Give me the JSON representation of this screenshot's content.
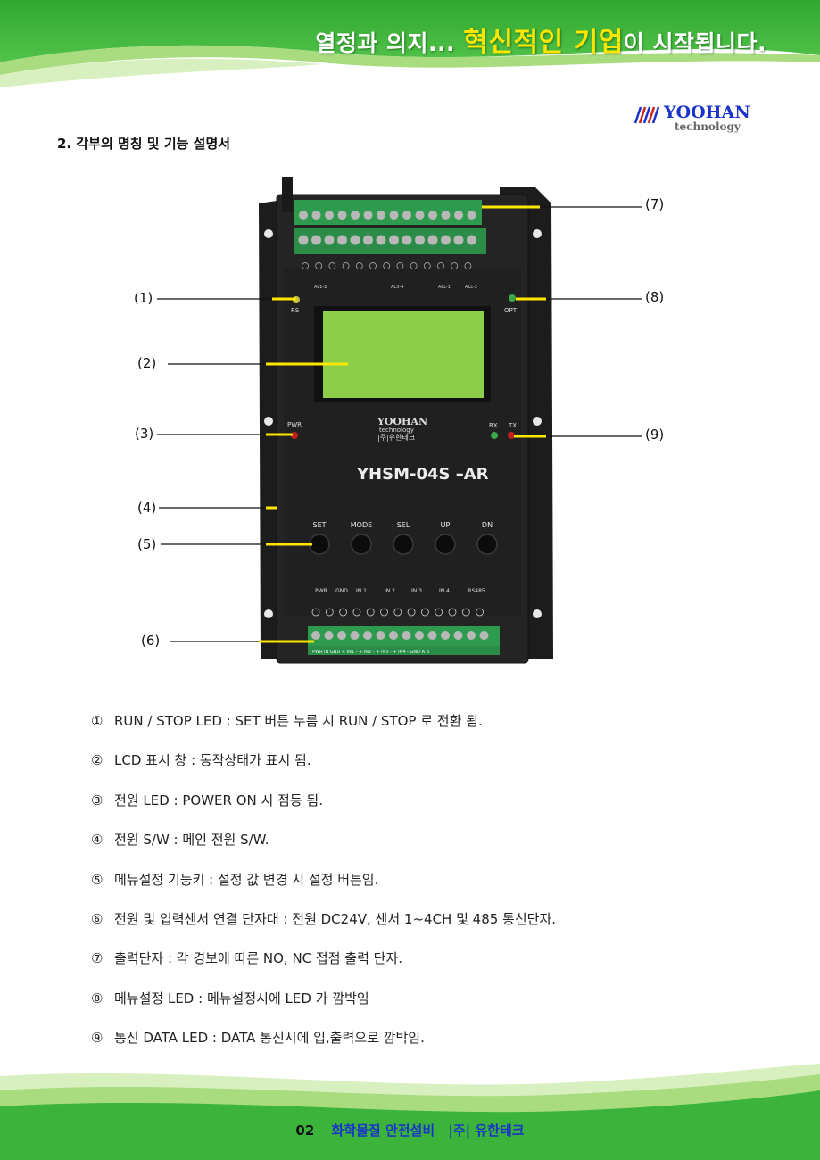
{
  "header": {
    "slogan_prefix": "열정과 의지...",
    "slogan_highlight": "혁신적인 기업",
    "slogan_suffix": "이 시작됩니다."
  },
  "logo": {
    "brand": "YOOHAN",
    "sub": "technology"
  },
  "section_title": "2. 각부의 명칭 및 기능 설명서",
  "device": {
    "model": "YHSM-04S –AR",
    "brand": "YOOHAN",
    "brand_sub": "technology",
    "brand_kr": "|주|유한테크",
    "led_labels": {
      "rs": "RS",
      "opt": "OPT",
      "pwr": "PWR",
      "rx": "RX",
      "tx": "TX"
    },
    "buttons": [
      "SET",
      "MODE",
      "SEL",
      "UP",
      "DN"
    ],
    "top_group_labels": [
      "AL1-2",
      "AL3-4",
      "ALL-1",
      "ALL-2"
    ],
    "bottom_group_labels": [
      "PWR",
      "GND",
      "IN 1",
      "IN 2",
      "IN 3",
      "IN 4",
      "RS485"
    ],
    "bottom_strip_text": "PWR IN  GND  + IN1 -   + IN2 -   + IN3 -   + IN4 -   GND  A  B"
  },
  "callouts": {
    "c1": "(1)",
    "c2": "(2)",
    "c3": "(3)",
    "c4": "(4)",
    "c5": "(5)",
    "c6": "(6)",
    "c7": "(7)",
    "c8": "(8)",
    "c9": "(9)"
  },
  "descriptions": [
    {
      "num": "①",
      "text": "RUN / STOP LED : SET 버튼 누름 시 RUN / STOP 로 전환 됨."
    },
    {
      "num": "②",
      "text": "LCD 표시 창  : 동작상태가 표시 됨."
    },
    {
      "num": "③",
      "text": "전원 LED : POWER ON 시 점등 됨."
    },
    {
      "num": "④",
      "text": "전원 S/W : 메인 전원 S/W."
    },
    {
      "num": "⑤",
      "text": "메뉴설정 기능키 : 설정 값 변경 시 설정 버튼임."
    },
    {
      "num": "⑥",
      "text": "전원 및 입력센서 연결 단자대 : 전원 DC24V, 센서 1~4CH 및 485 통신단자."
    },
    {
      "num": "⑦",
      "text": "출력단자 : 각 경보에 따른 NO, NC 접점 출력 단자."
    },
    {
      "num": "⑧",
      "text": "메뉴설정 LED : 메뉴설정시에 LED 가 깜박임"
    },
    {
      "num": "⑨",
      "text": "통신 DATA LED : DATA  통신시에 입,출력으로 깜박임."
    }
  ],
  "footer": {
    "page_number": "02",
    "company_text": "화학물질 안전설비",
    "company_name": "|주| 유한테크"
  },
  "colors": {
    "banner_green": "#3cb43c",
    "banner_light": "#b4e08c",
    "lcd_green": "#8ccd4a",
    "terminal_green": "#2e9a4e",
    "highlight_yellow": "#ffe600"
  }
}
